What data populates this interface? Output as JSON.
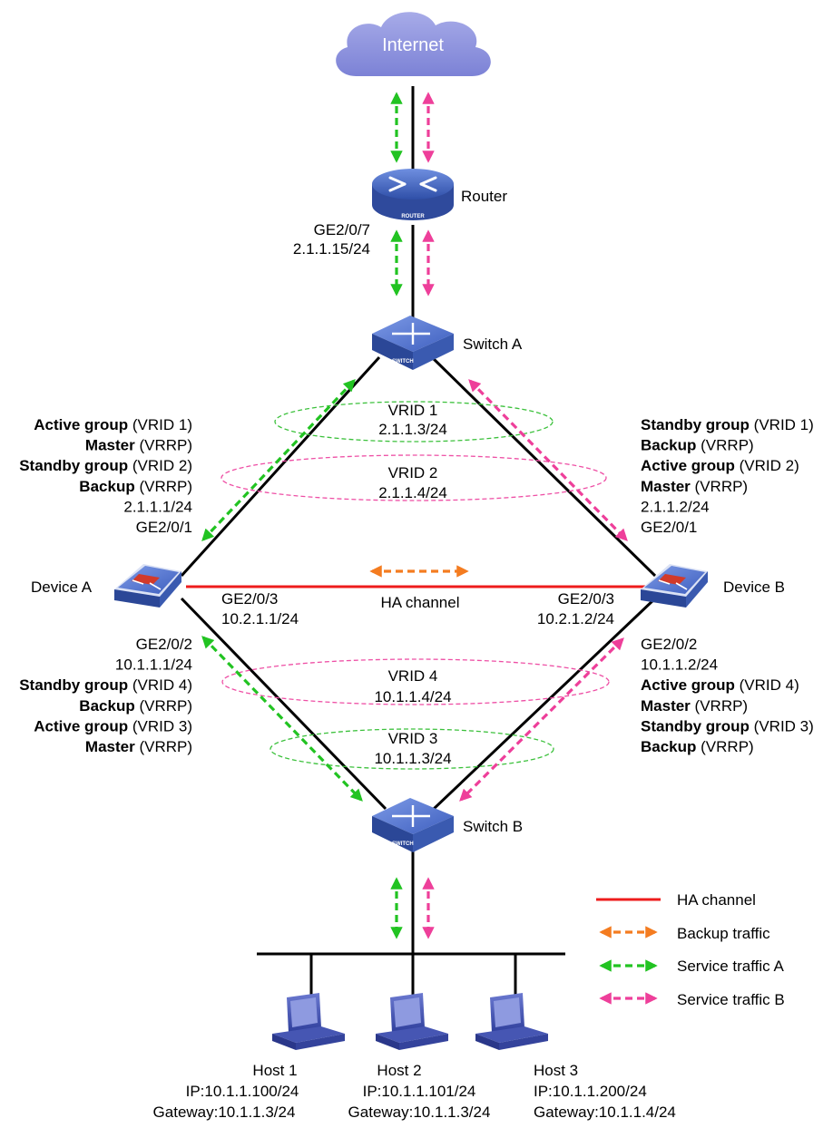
{
  "internet": {
    "label": "Internet"
  },
  "router": {
    "name": "Router",
    "plate": "ROUTER",
    "port": "GE2/0/7",
    "ip": "2.1.1.15/24"
  },
  "switch_a": {
    "name": "Switch A",
    "plate": "SWITCH"
  },
  "switch_b": {
    "name": "Switch B",
    "plate": "SWITCH"
  },
  "device_a": {
    "name": "Device A",
    "upper": [
      {
        "bold": "Active group",
        "rest": " (VRID 1)"
      },
      {
        "bold": "Master",
        "rest": " (VRRP)"
      },
      {
        "bold": "Standby group",
        "rest": " (VRID 2)"
      },
      {
        "bold": "Backup",
        "rest": " (VRRP)"
      },
      {
        "bold": "",
        "rest": "2.1.1.1/24"
      },
      {
        "bold": "",
        "rest": "GE2/0/1"
      }
    ],
    "ha_port": "GE2/0/3",
    "ha_ip": "10.2.1.1/24",
    "lower": [
      {
        "bold": "",
        "rest": "GE2/0/2"
      },
      {
        "bold": "",
        "rest": "10.1.1.1/24"
      },
      {
        "bold": "Standby group",
        "rest": " (VRID 4)"
      },
      {
        "bold": "Backup",
        "rest": " (VRRP)"
      },
      {
        "bold": "Active group",
        "rest": " (VRID 3)"
      },
      {
        "bold": "Master",
        "rest": " (VRRP)"
      }
    ]
  },
  "device_b": {
    "name": "Device B",
    "upper": [
      {
        "bold": "Standby group",
        "rest": " (VRID 1)"
      },
      {
        "bold": "Backup",
        "rest": " (VRRP)"
      },
      {
        "bold": "Active group",
        "rest": " (VRID 2)"
      },
      {
        "bold": "Master",
        "rest": " (VRRP)"
      },
      {
        "bold": "",
        "rest": "2.1.1.2/24"
      },
      {
        "bold": "",
        "rest": "GE2/0/1"
      }
    ],
    "ha_port": "GE2/0/3",
    "ha_ip": "10.2.1.2/24",
    "lower": [
      {
        "bold": "",
        "rest": "GE2/0/2"
      },
      {
        "bold": "",
        "rest": "10.1.1.2/24"
      },
      {
        "bold": "Active group",
        "rest": " (VRID 4)"
      },
      {
        "bold": "Master",
        "rest": " (VRRP)"
      },
      {
        "bold": "Standby group",
        "rest": " (VRID 3)"
      },
      {
        "bold": "Backup",
        "rest": " (VRRP)"
      }
    ]
  },
  "vrids": {
    "vrid1": {
      "name": "VRID 1",
      "ip": "2.1.1.3/24"
    },
    "vrid2": {
      "name": "VRID 2",
      "ip": "2.1.1.4/24"
    },
    "vrid4": {
      "name": "VRID 4",
      "ip": "10.1.1.4/24"
    },
    "vrid3": {
      "name": "VRID 3",
      "ip": "10.1.1.3/24"
    }
  },
  "ha_channel": {
    "label": "HA channel"
  },
  "hosts": [
    {
      "name": "Host 1",
      "ip": "IP:10.1.1.100/24",
      "gateway": "Gateway:10.1.1.3/24"
    },
    {
      "name": "Host 2",
      "ip": "IP:10.1.1.101/24",
      "gateway": "Gateway:10.1.1.3/24"
    },
    {
      "name": "Host 3",
      "ip": "IP:10.1.1.200/24",
      "gateway": "Gateway:10.1.1.4/24"
    }
  ],
  "legend": {
    "ha_channel": "HA channel",
    "backup_traffic": "Backup traffic",
    "service_a": "Service traffic A",
    "service_b": "Service traffic B"
  },
  "colors": {
    "ha_channel": "#ee1c1c",
    "backup_traffic": "#f47c20",
    "service_a": "#22c322",
    "service_b": "#ee3f9a",
    "vrid1_ring": "#3cc13c",
    "vrid2_ring": "#ee4fa5",
    "device_blue": "#4f6fc8",
    "cloud": "#8e93dd"
  }
}
